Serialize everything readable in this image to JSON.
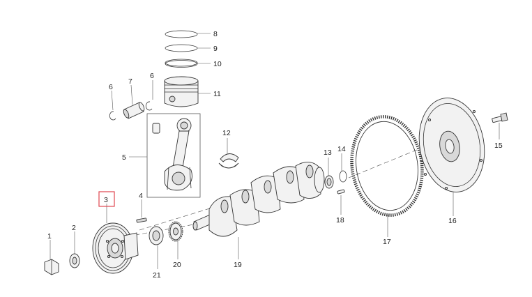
{
  "callouts": {
    "c1": "1",
    "c2": "2",
    "c3": "3",
    "c4": "4",
    "c5": "5",
    "c6a": "6",
    "c6b": "6",
    "c7": "7",
    "c8": "8",
    "c9": "9",
    "c10": "10",
    "c11": "11",
    "c12": "12",
    "c13": "13",
    "c14": "14",
    "c15": "15",
    "c16": "16",
    "c17": "17",
    "c18": "18",
    "c19": "19",
    "c20": "20",
    "c21": "21"
  },
  "highlight": {
    "callout": "3",
    "color": "#e0454f"
  }
}
